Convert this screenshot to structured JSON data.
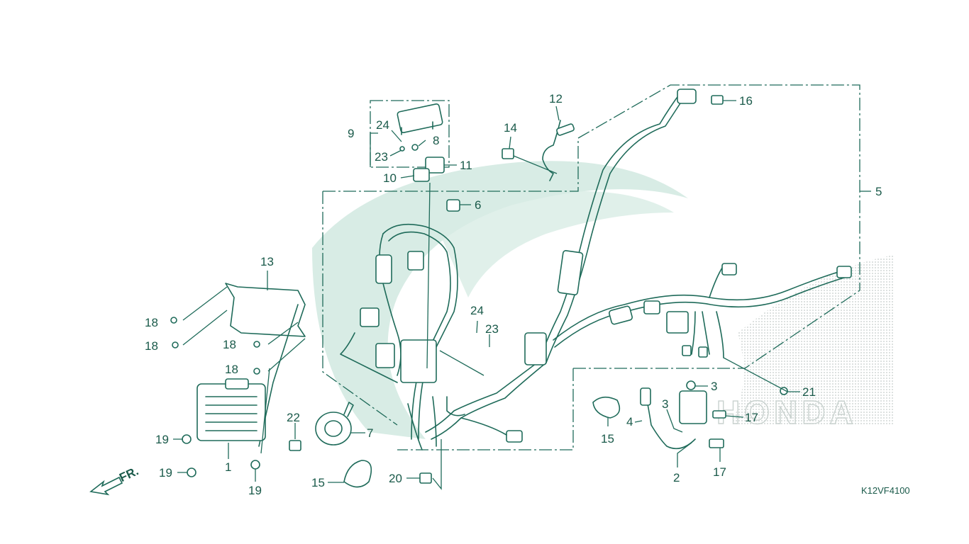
{
  "diagram": {
    "drawing_code": "K12VF4100",
    "brand_watermark": "HONDA",
    "front_indicator": "FR.",
    "callouts": [
      {
        "id": "c1",
        "label": "1"
      },
      {
        "id": "c2",
        "label": "2"
      },
      {
        "id": "c3a",
        "label": "3"
      },
      {
        "id": "c3b",
        "label": "3"
      },
      {
        "id": "c4",
        "label": "4"
      },
      {
        "id": "c5",
        "label": "5"
      },
      {
        "id": "c6",
        "label": "6"
      },
      {
        "id": "c7",
        "label": "7"
      },
      {
        "id": "c8",
        "label": "8"
      },
      {
        "id": "c9",
        "label": "9"
      },
      {
        "id": "c10",
        "label": "10"
      },
      {
        "id": "c11",
        "label": "11"
      },
      {
        "id": "c12",
        "label": "12"
      },
      {
        "id": "c13",
        "label": "13"
      },
      {
        "id": "c14",
        "label": "14"
      },
      {
        "id": "c15a",
        "label": "15"
      },
      {
        "id": "c15b",
        "label": "15"
      },
      {
        "id": "c16",
        "label": "16"
      },
      {
        "id": "c17a",
        "label": "17"
      },
      {
        "id": "c17b",
        "label": "17"
      },
      {
        "id": "c18a",
        "label": "18"
      },
      {
        "id": "c18b",
        "label": "18"
      },
      {
        "id": "c18c",
        "label": "18"
      },
      {
        "id": "c18d",
        "label": "18"
      },
      {
        "id": "c19a",
        "label": "19"
      },
      {
        "id": "c19b",
        "label": "19"
      },
      {
        "id": "c19c",
        "label": "19"
      },
      {
        "id": "c20",
        "label": "20"
      },
      {
        "id": "c21",
        "label": "21"
      },
      {
        "id": "c22",
        "label": "22"
      },
      {
        "id": "c23a",
        "label": "23"
      },
      {
        "id": "c23b",
        "label": "23"
      },
      {
        "id": "c24a",
        "label": "24"
      },
      {
        "id": "c24b",
        "label": "24"
      }
    ]
  }
}
